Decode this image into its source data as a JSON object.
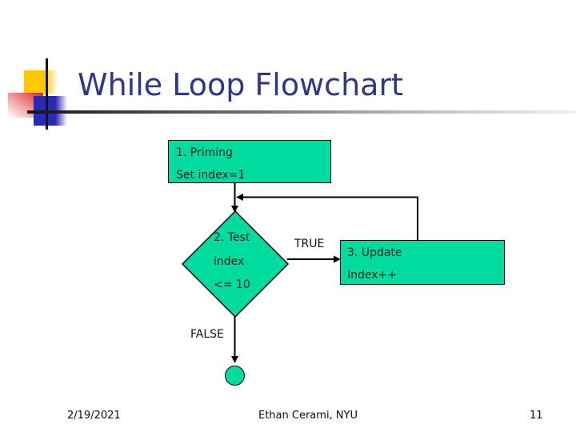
{
  "slide": {
    "title": "While Loop Flowchart"
  },
  "flowchart": {
    "priming": {
      "line1": "1. Priming",
      "line2": "Set index=1"
    },
    "test": {
      "line1": "2. Test",
      "line2": "index",
      "line3": "<= 10"
    },
    "update": {
      "line1": "3. Update",
      "line2": "Index++"
    },
    "labels": {
      "true": "TRUE",
      "false": "FALSE"
    }
  },
  "footer": {
    "date": "2/19/2021",
    "author": "Ethan Cerami, NYU",
    "page": "11"
  },
  "colors": {
    "shape_fill": "#00DBA0",
    "shape_border": "#000000",
    "connector": "#000000",
    "title_text": "#333390",
    "accent_yellow": "#FFC800",
    "accent_red": "#D92525",
    "accent_blue": "#2929B8"
  }
}
